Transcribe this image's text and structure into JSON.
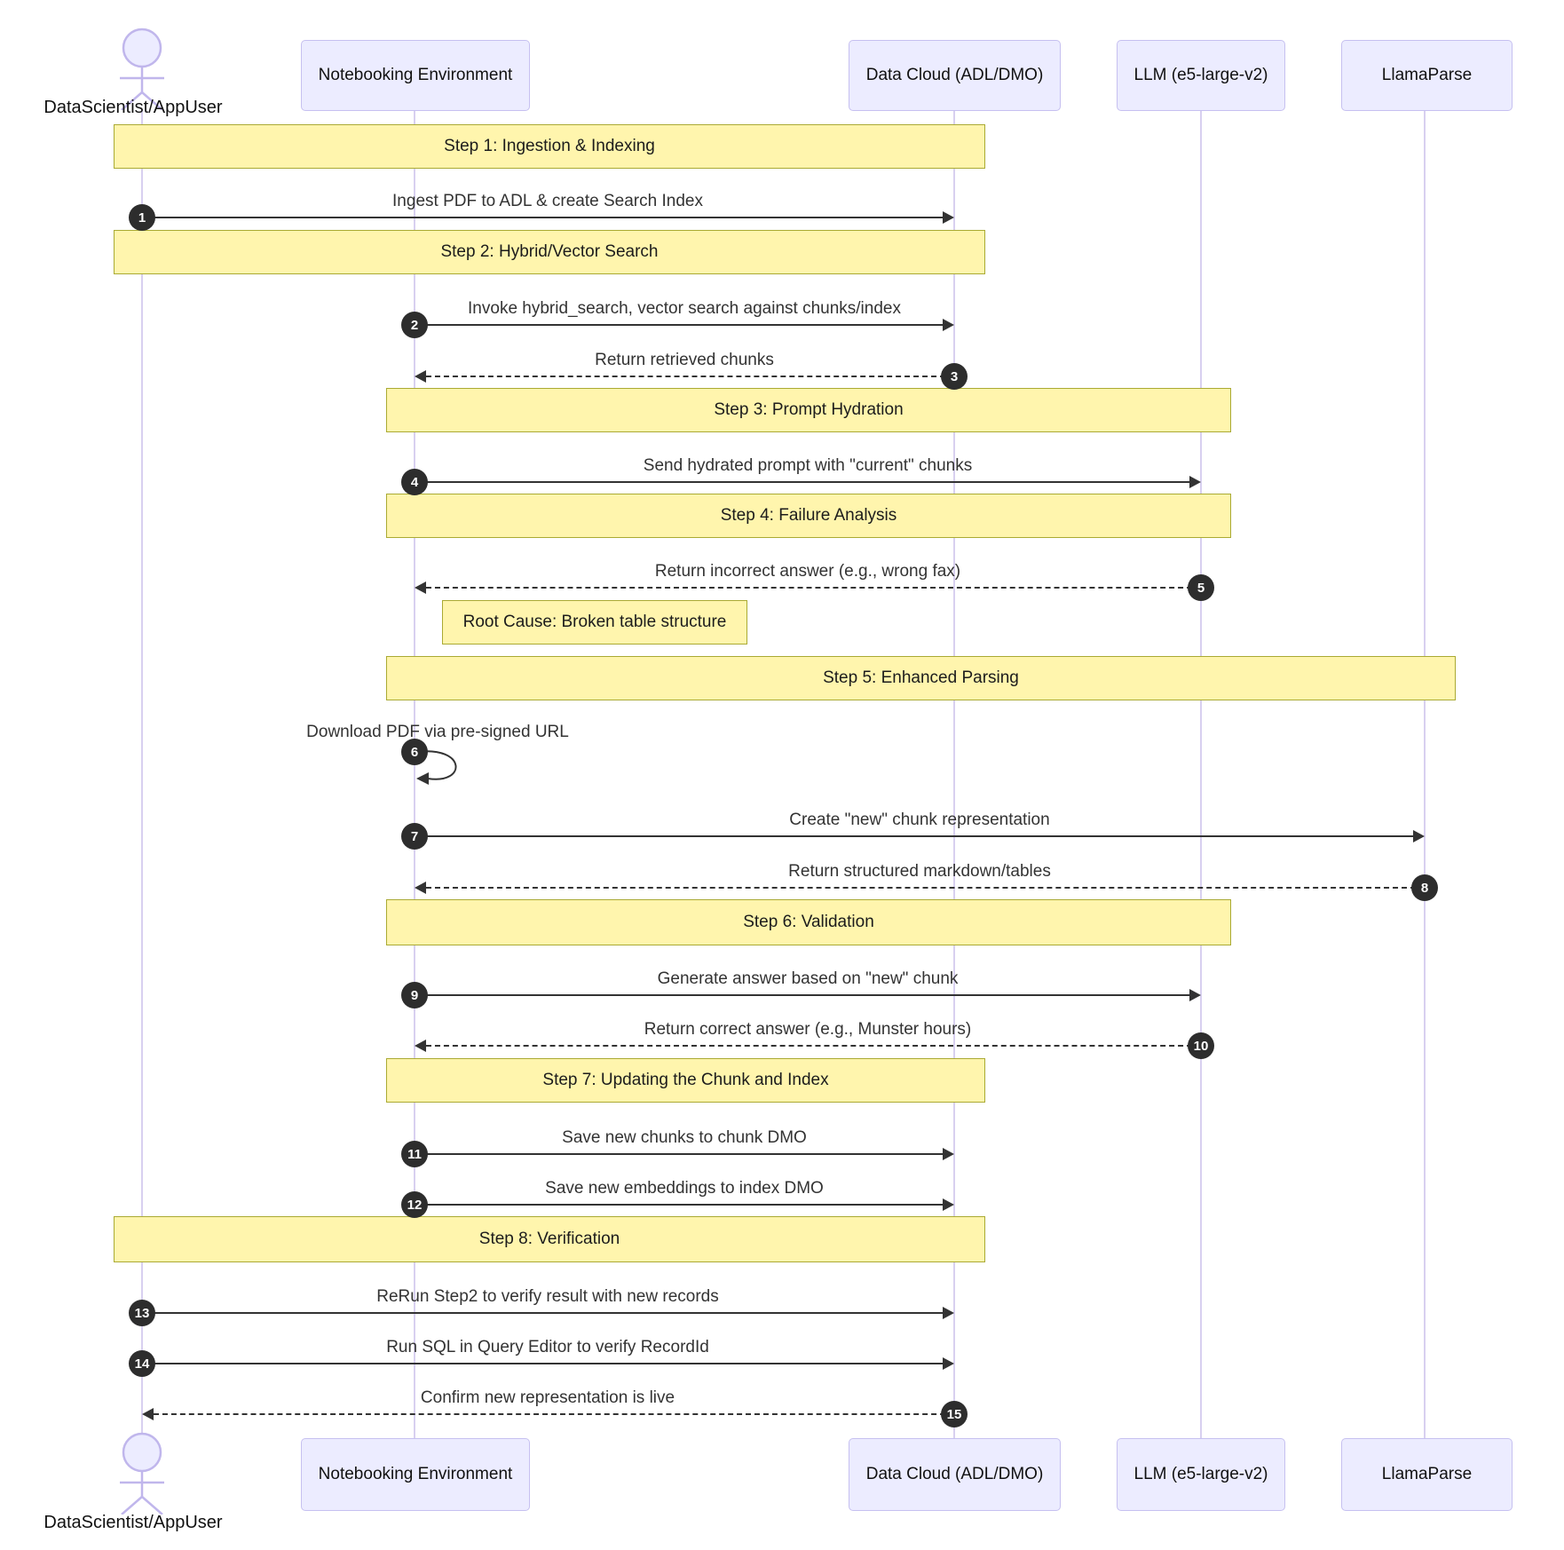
{
  "diagram": {
    "type": "sequence-diagram",
    "actors": [
      {
        "label": "DataScientist/AppUser",
        "kind": "actor"
      },
      {
        "label": "Notebooking Environment",
        "kind": "participant"
      },
      {
        "label": "Data Cloud (ADL/DMO)",
        "kind": "participant"
      },
      {
        "label": "LLM (e5-large-v2)",
        "kind": "participant"
      },
      {
        "label": "LlamaParse",
        "kind": "participant"
      }
    ],
    "notes": [
      {
        "label": "Step 1: Ingestion & Indexing",
        "over": [
          "DataScientist/AppUser",
          "Data Cloud (ADL/DMO)"
        ]
      },
      {
        "label": "Step 2: Hybrid/Vector Search",
        "over": [
          "DataScientist/AppUser",
          "Data Cloud (ADL/DMO)"
        ]
      },
      {
        "label": "Step 3: Prompt Hydration",
        "over": [
          "Notebooking Environment",
          "LLM (e5-large-v2)"
        ]
      },
      {
        "label": "Step 4: Failure Analysis",
        "over": [
          "Notebooking Environment",
          "LLM (e5-large-v2)"
        ]
      },
      {
        "label": "Root Cause: Broken table structure",
        "over": [
          "Notebooking Environment"
        ]
      },
      {
        "label": "Step 5: Enhanced Parsing",
        "over": [
          "Notebooking Environment",
          "LlamaParse"
        ]
      },
      {
        "label": "Step 6: Validation",
        "over": [
          "Notebooking Environment",
          "LLM (e5-large-v2)"
        ]
      },
      {
        "label": "Step 7: Updating the Chunk and Index",
        "over": [
          "Notebooking Environment",
          "Data Cloud (ADL/DMO)"
        ]
      },
      {
        "label": "Step 8: Verification",
        "over": [
          "DataScientist/AppUser",
          "Data Cloud (ADL/DMO)"
        ]
      }
    ],
    "messages": [
      {
        "num": "1",
        "label": "Ingest PDF to ADL & create Search Index",
        "from": "DataScientist/AppUser",
        "to": "Data Cloud (ADL/DMO)",
        "line": "solid"
      },
      {
        "num": "2",
        "label": "Invoke hybrid_search, vector search against chunks/index",
        "from": "Notebooking Environment",
        "to": "Data Cloud (ADL/DMO)",
        "line": "solid"
      },
      {
        "num": "3",
        "label": "Return retrieved chunks",
        "from": "Data Cloud (ADL/DMO)",
        "to": "Notebooking Environment",
        "line": "dashed"
      },
      {
        "num": "4",
        "label": "Send hydrated prompt with \"current\" chunks",
        "from": "Notebooking Environment",
        "to": "LLM (e5-large-v2)",
        "line": "solid"
      },
      {
        "num": "5",
        "label": "Return incorrect answer (e.g., wrong fax)",
        "from": "LLM (e5-large-v2)",
        "to": "Notebooking Environment",
        "line": "dashed"
      },
      {
        "num": "6",
        "label": "Download PDF via pre-signed URL",
        "from": "Notebooking Environment",
        "to": "Notebooking Environment",
        "line": "self"
      },
      {
        "num": "7",
        "label": "Create \"new\" chunk representation",
        "from": "Notebooking Environment",
        "to": "LlamaParse",
        "line": "solid"
      },
      {
        "num": "8",
        "label": "Return structured markdown/tables",
        "from": "LlamaParse",
        "to": "Notebooking Environment",
        "line": "dashed"
      },
      {
        "num": "9",
        "label": "Generate answer based on \"new\" chunk",
        "from": "Notebooking Environment",
        "to": "LLM (e5-large-v2)",
        "line": "solid"
      },
      {
        "num": "10",
        "label": "Return correct answer (e.g., Munster hours)",
        "from": "LLM (e5-large-v2)",
        "to": "Notebooking Environment",
        "line": "dashed"
      },
      {
        "num": "11",
        "label": "Save new chunks to chunk DMO",
        "from": "Notebooking Environment",
        "to": "Data Cloud (ADL/DMO)",
        "line": "solid"
      },
      {
        "num": "12",
        "label": "Save new embeddings to index DMO",
        "from": "Notebooking Environment",
        "to": "Data Cloud (ADL/DMO)",
        "line": "solid"
      },
      {
        "num": "13",
        "label": "ReRun Step2 to verify result with new records",
        "from": "DataScientist/AppUser",
        "to": "Data Cloud (ADL/DMO)",
        "line": "solid"
      },
      {
        "num": "14",
        "label": "Run SQL in Query Editor to verify RecordId",
        "from": "DataScientist/AppUser",
        "to": "Data Cloud (ADL/DMO)",
        "line": "solid"
      },
      {
        "num": "15",
        "label": "Confirm new representation is live",
        "from": "Data Cloud (ADL/DMO)",
        "to": "DataScientist/AppUser",
        "line": "dashed"
      }
    ],
    "colors": {
      "note_fill": "#fff5ad",
      "note_border": "#aaaa33",
      "actor_fill": "#ECECFF",
      "actor_border": "#c6c0f0",
      "lifeline": "#d8d0f0",
      "arrow": "#333333",
      "number_bg": "#2d2d2d",
      "figure_stroke": "#c0b6ec"
    }
  }
}
